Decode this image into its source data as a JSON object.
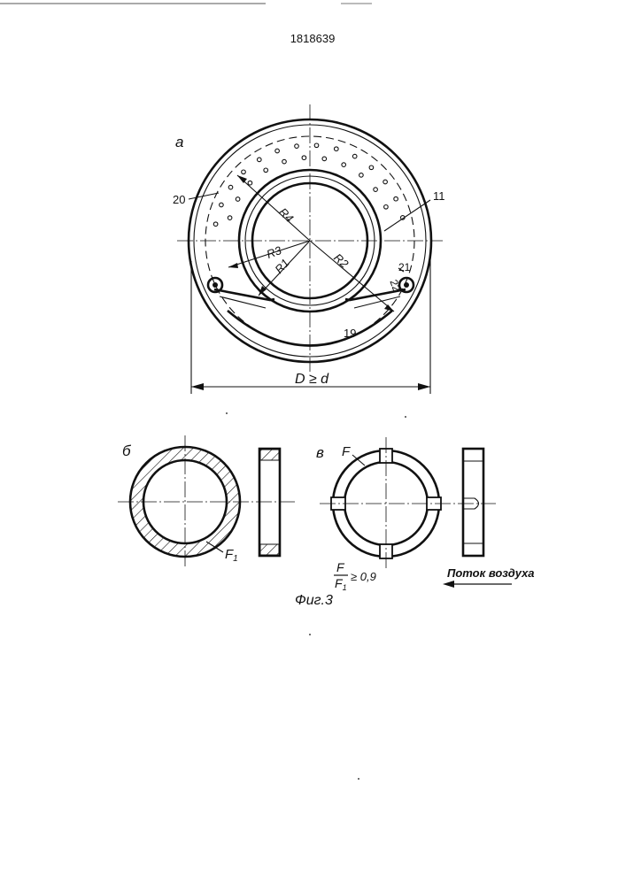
{
  "patent_number": "1818639",
  "figure_caption": "Фиг.3",
  "view_a": {
    "view_letter": "а",
    "labels": {
      "r1": "R1",
      "r2": "R2",
      "r3": "R3",
      "r4": "R4",
      "part_11": "11",
      "part_19": "19",
      "part_20": "20",
      "part_21": "21",
      "part_22": "22"
    },
    "dimension": "D ≥ d"
  },
  "view_b": {
    "view_letter": "б",
    "area_label": "F",
    "area_subscript": "1"
  },
  "view_c": {
    "view_letter": "в",
    "area_label": "F",
    "ratio_numerator": "F",
    "ratio_denominator": "F",
    "ratio_denominator_subscript": "1",
    "ratio_condition": "≥ 0,9",
    "airflow_label": "Поток воздуха"
  }
}
